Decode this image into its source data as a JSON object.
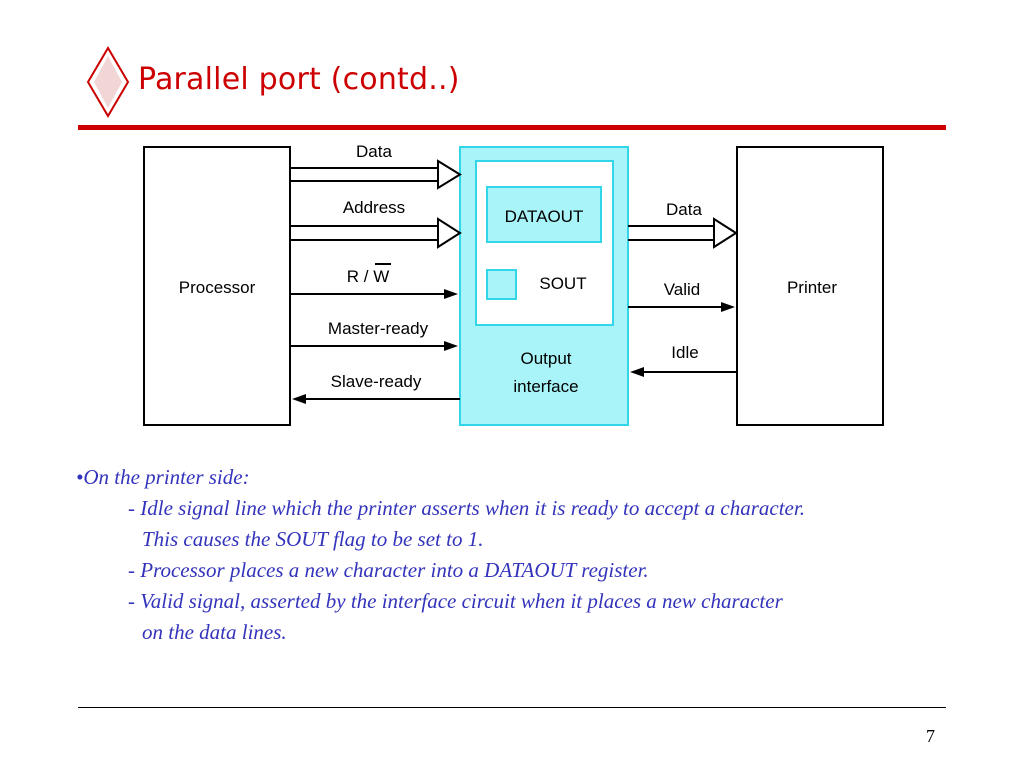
{
  "slide": {
    "title": "Parallel port (contd..)",
    "page_number": "7"
  },
  "diagram": {
    "processor_label": "Processor",
    "printer_label": "Printer",
    "dataout_label": "DATAOUT",
    "sout_label": "SOUT",
    "interface_label_1": "Output",
    "interface_label_2": "interface",
    "signals": {
      "data_in": "Data",
      "address": "Address",
      "rw": "R / W",
      "master_ready": "Master-ready",
      "slave_ready": "Slave-ready",
      "data_out": "Data",
      "valid": "Valid",
      "idle": "Idle"
    },
    "colors": {
      "interface_fill": "#a8f4f8",
      "interface_border": "#33d6e8",
      "title_red": "#cc0000",
      "note_blue": "#3333bb"
    }
  },
  "notes": {
    "heading": "•On the printer side:",
    "item1_line1": "- Idle signal line which the printer asserts when it is ready to accept a character.",
    "item1_line2": "This causes the SOUT flag to be set to 1.",
    "item2": "- Processor places a new character into a DATAOUT register.",
    "item3_line1": "- Valid signal, asserted by the interface circuit when it places a new character",
    "item3_line2": "on the data lines."
  }
}
